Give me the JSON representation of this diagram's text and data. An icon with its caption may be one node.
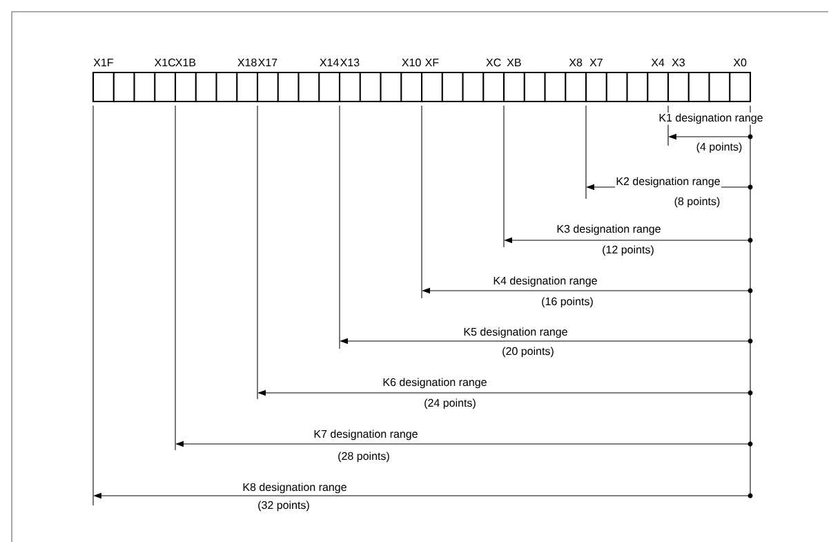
{
  "diagram": {
    "labels": [
      "X1F",
      "X1C",
      "X1B",
      "X18",
      "X17",
      "X14",
      "X13",
      "X10",
      "XF",
      "XC",
      "XB",
      "X8",
      "X7",
      "X4",
      "X3",
      "X0",
      "K1 designation range",
      "(4 points)",
      "K2 designation range",
      "(8 points)",
      "K3 designation range",
      "(12 points)",
      "K4 designation range",
      "(16 points)",
      "K5 designation range",
      "(20 points)",
      "K6 designation range",
      "(24 points)",
      "K7 designation range",
      "(28 points)",
      "K8 designation range",
      "(32 points)"
    ]
  }
}
